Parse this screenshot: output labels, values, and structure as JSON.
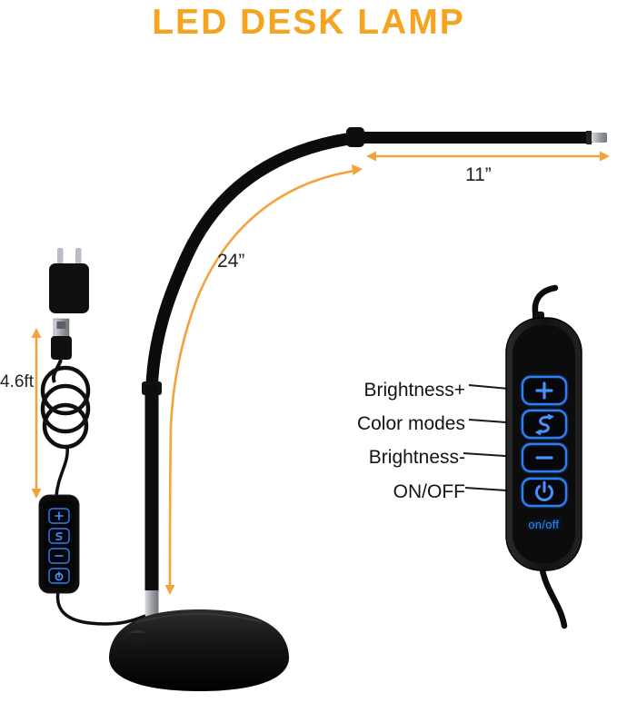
{
  "title": "LED DESK LAMP",
  "dimensions": {
    "head_length": "11”",
    "arm_length": "24”",
    "cable_length": "4.6ft"
  },
  "controller": {
    "labels": [
      {
        "label": "Brightness+"
      },
      {
        "label": "Color modes"
      },
      {
        "label": "Brightness-"
      },
      {
        "label": "ON/OFF"
      }
    ],
    "onoff_text": "on/off",
    "button_icons": [
      "plus-icon",
      "color-modes-icon",
      "minus-icon",
      "power-icon"
    ]
  },
  "colors": {
    "title_orange": "#F5A41F",
    "arrow_orange": "#F2A33C",
    "button_blue": "#2E7FF7",
    "lamp_black": "#0C0C0C"
  }
}
